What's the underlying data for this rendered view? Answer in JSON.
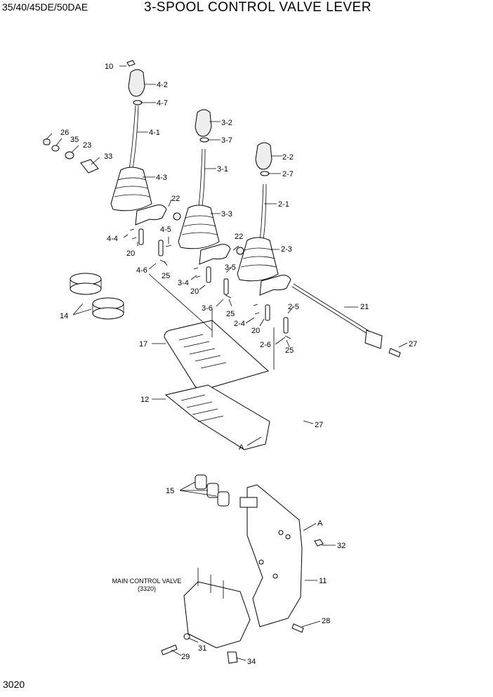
{
  "header": {
    "model": "35/40/45DE/50DAE",
    "title": "3-SPOOL CONTROL VALVE LEVER"
  },
  "page_number": "3020",
  "main_control_valve": {
    "label": "MAIN CONTROL VALVE",
    "ref": "(3320)"
  },
  "callouts": {
    "c10": "10",
    "c4_2": "4-2",
    "c4_7": "4-7",
    "c26": "26",
    "c35": "35",
    "c23": "23",
    "c33": "33",
    "c4_1": "4-1",
    "c3_2": "3-2",
    "c3_7": "3-7",
    "c2_2": "2-2",
    "c2_7": "2-7",
    "c3_1": "3-1",
    "c2_1": "2-1",
    "c4_3": "4-3",
    "c22a": "22",
    "c3_3": "3-3",
    "c4_5": "4-5",
    "c4_4": "4-4",
    "c20a": "20",
    "c22b": "22",
    "c2_3": "2-3",
    "c4_6": "4-6",
    "c25a": "25",
    "c3_5": "3-5",
    "c3_4": "3-4",
    "c20b": "20",
    "c14": "14",
    "c3_6": "3-6",
    "c25b": "25",
    "c2_5": "2-5",
    "c21": "21",
    "c2_4": "2-4",
    "c20c": "20",
    "c2_6": "2-6",
    "c27a": "27",
    "c25c": "25",
    "c17": "17",
    "c12": "12",
    "c27b": "27",
    "cA1": "A",
    "c15": "15",
    "cA2": "A",
    "c32": "32",
    "c11": "11",
    "c28": "28",
    "c31": "31",
    "c29": "29",
    "c34": "34"
  }
}
